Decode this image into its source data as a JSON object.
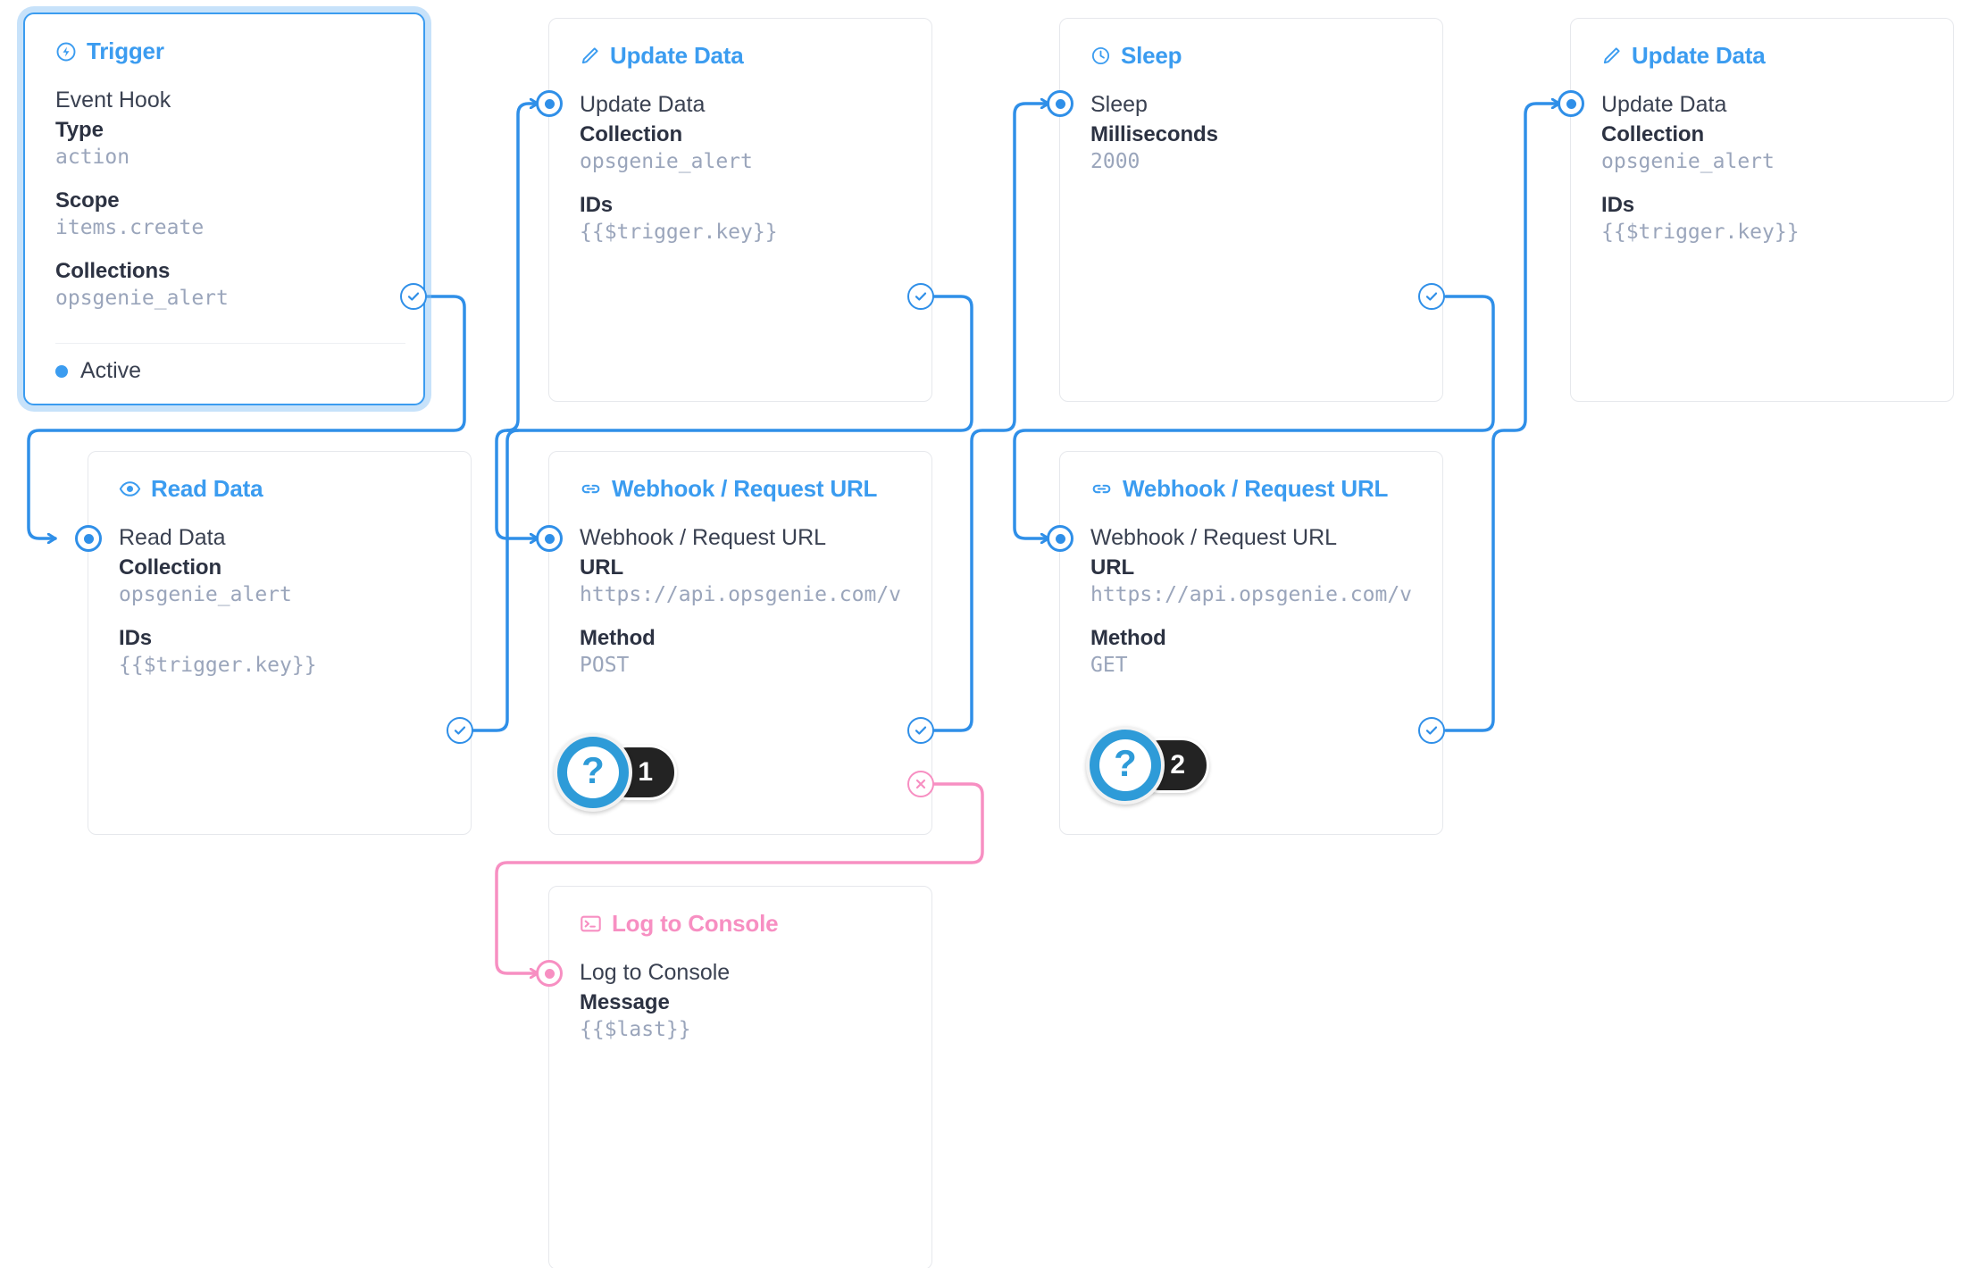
{
  "flow": {
    "nodes": [
      {
        "id": "trigger",
        "title": "Trigger",
        "icon": "bolt-circle-icon",
        "operation": "Event Hook",
        "fields": [
          {
            "label": "Type",
            "value": "action"
          },
          {
            "label": "Scope",
            "value": "items.create"
          },
          {
            "label": "Collections",
            "value": "opsgenie_alert"
          }
        ],
        "status": "Active",
        "status_color": "#3b9cf0",
        "selected": true
      },
      {
        "id": "update-data-1",
        "title": "Update Data",
        "icon": "pencil-icon",
        "operation": "Update Data",
        "fields": [
          {
            "label": "Collection",
            "value": "opsgenie_alert"
          },
          {
            "label": "IDs",
            "value": "{{$trigger.key}}"
          }
        ]
      },
      {
        "id": "sleep",
        "title": "Sleep",
        "icon": "clock-icon",
        "operation": "Sleep",
        "fields": [
          {
            "label": "Milliseconds",
            "value": "2000"
          }
        ]
      },
      {
        "id": "update-data-2",
        "title": "Update Data",
        "icon": "pencil-icon",
        "operation": "Update Data",
        "fields": [
          {
            "label": "Collection",
            "value": "opsgenie_alert"
          },
          {
            "label": "IDs",
            "value": "{{$trigger.key}}"
          }
        ]
      },
      {
        "id": "read-data",
        "title": "Read Data",
        "icon": "eye-icon",
        "operation": "Read Data",
        "fields": [
          {
            "label": "Collection",
            "value": "opsgenie_alert"
          },
          {
            "label": "IDs",
            "value": "{{$trigger.key}}"
          }
        ]
      },
      {
        "id": "webhook-post",
        "title": "Webhook / Request URL",
        "icon": "link-icon",
        "operation": "Webhook / Request URL",
        "fields": [
          {
            "label": "URL",
            "value": "https://api.opsgenie.com/v…"
          },
          {
            "label": "Method",
            "value": "POST"
          }
        ]
      },
      {
        "id": "webhook-get",
        "title": "Webhook / Request URL",
        "icon": "link-icon",
        "operation": "Webhook / Request URL",
        "fields": [
          {
            "label": "URL",
            "value": "https://api.opsgenie.com/v…"
          },
          {
            "label": "Method",
            "value": "GET"
          }
        ]
      },
      {
        "id": "log-to-console",
        "title": "Log to Console",
        "icon": "terminal-icon",
        "operation": "Log to Console",
        "accent": "#f78fc2",
        "fields": [
          {
            "label": "Message",
            "value": "{{$last}}"
          }
        ]
      }
    ],
    "help_badges": [
      {
        "symbol": "?",
        "count": "1"
      },
      {
        "symbol": "?",
        "count": "2"
      }
    ],
    "colors": {
      "accent_blue": "#3b9cf0",
      "edge_blue": "#2f8fe8",
      "accent_pink": "#f78fc2",
      "card_border": "#e6e8ec",
      "value_text": "#9aa5bb",
      "label_text": "#2c3242",
      "badge_dark": "#232323"
    }
  }
}
